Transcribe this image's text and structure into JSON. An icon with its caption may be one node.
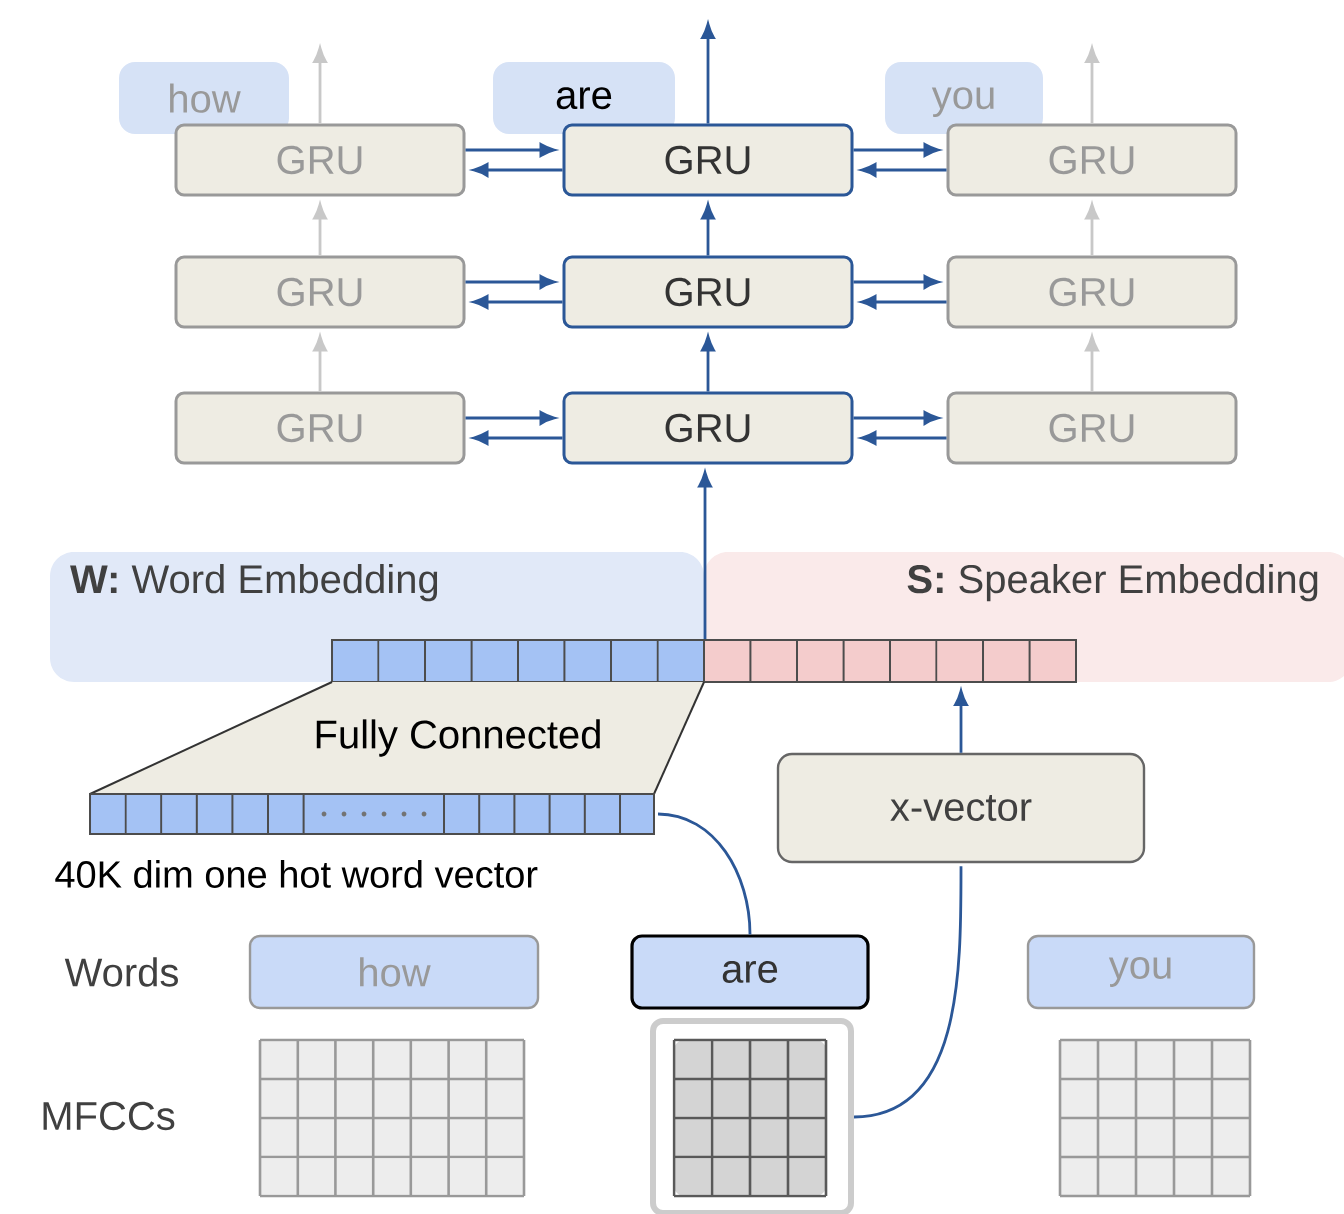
{
  "diagram": {
    "nodes": [
      {
        "text": [
          "how"
        ]
      },
      {
        "text": [
          "are"
        ]
      },
      {
        "text": [
          "you"
        ]
      },
      {
        "text": [
          "GRU"
        ]
      },
      {
        "text": [
          "GRU"
        ]
      },
      {
        "text": [
          "GRU"
        ]
      },
      {
        "text": [
          "GRU"
        ]
      },
      {
        "text": [
          "GRU"
        ]
      },
      {
        "text": [
          "GRU"
        ]
      },
      {
        "text": [
          "GRU"
        ]
      },
      {
        "text": [
          "GRU"
        ]
      },
      {
        "text": [
          "GRU"
        ]
      },
      {
        "text": [
          "**W:** Word Embedding"
        ]
      },
      {
        "text": [
          "**S:** Speaker Embedding"
        ]
      },
      {
        "text": [],
        "shape": "bar",
        "in": 12
      },
      {
        "text": [],
        "shape": "bar",
        "in": 13
      },
      {
        "text": [
          "Fully Connected"
        ]
      },
      {
        "text": [],
        "shape": "bar",
        "beside": [
          "40K dim one hot word vector"
        ]
      },
      {
        "text": [
          "x-vector"
        ]
      },
      {
        "text": [
          "how"
        ]
      },
      {
        "text": [
          "are"
        ]
      },
      {
        "text": [
          "you"
        ]
      },
      {
        "text": [],
        "shape": "grid"
      },
      {
        "text": [],
        "shape": "grid"
      },
      {
        "text": [],
        "shape": "grid"
      }
    ],
    "edges": [
      {
        "from": 20,
        "to": 17,
        "arrow": "none"
      },
      {
        "from": 23,
        "to": 18,
        "arrow": "none"
      },
      {
        "from": 18,
        "to": 15,
        "arrow": "to"
      },
      {
        "from": 14,
        "to": 10,
        "arrow": "to"
      },
      {
        "from": 10,
        "to": 7,
        "arrow": "to"
      },
      {
        "from": 7,
        "to": 4,
        "arrow": "to"
      },
      {
        "from": 4,
        "to": null,
        "arrow": "to"
      },
      {
        "from": 9,
        "to": 6,
        "arrow": "to",
        "color": "#c8c8c8"
      },
      {
        "from": 6,
        "to": 3,
        "arrow": "to",
        "color": "#c8c8c8"
      },
      {
        "from": 3,
        "to": null,
        "arrow": "to",
        "color": "#c8c8c8"
      },
      {
        "from": 11,
        "to": 8,
        "arrow": "to",
        "color": "#c8c8c8"
      },
      {
        "from": 8,
        "to": 5,
        "arrow": "to",
        "color": "#c8c8c8"
      },
      {
        "from": 5,
        "to": null,
        "arrow": "to",
        "color": "#c8c8c8"
      },
      {
        "from": 3,
        "to": 4,
        "arrow": "to"
      },
      {
        "from": 4,
        "to": 3,
        "arrow": "to"
      },
      {
        "from": 4,
        "to": 5,
        "arrow": "to"
      },
      {
        "from": 5,
        "to": 4,
        "arrow": "to"
      },
      {
        "from": 6,
        "to": 7,
        "arrow": "to"
      },
      {
        "from": 7,
        "to": 6,
        "arrow": "to"
      },
      {
        "from": 7,
        "to": 8,
        "arrow": "to"
      },
      {
        "from": 8,
        "to": 7,
        "arrow": "to"
      },
      {
        "from": 9,
        "to": 10,
        "arrow": "to"
      },
      {
        "from": 10,
        "to": 9,
        "arrow": "to"
      },
      {
        "from": 10,
        "to": 11,
        "arrow": "to"
      },
      {
        "from": 11,
        "to": 10,
        "arrow": "to"
      }
    ],
    "labels": [
      "Words",
      "MFCCs"
    ]
  }
}
